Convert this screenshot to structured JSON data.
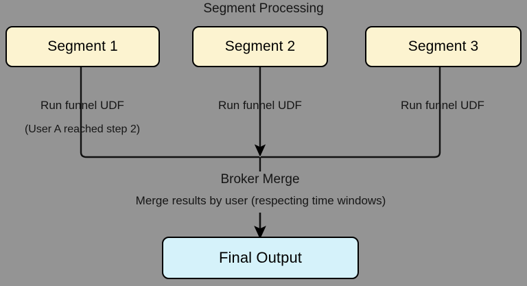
{
  "diagram": {
    "title": "Segment Processing",
    "background_color": "#949494",
    "node_fill_segment": "#FCF3D0",
    "node_fill_output": "#D5F2FA",
    "stroke_color": "#000000",
    "nodes": [
      {
        "id": "segment-1",
        "label": "Segment 1"
      },
      {
        "id": "segment-2",
        "label": "Segment 2"
      },
      {
        "id": "segment-3",
        "label": "Segment 3"
      },
      {
        "id": "final-output",
        "label": "Final Output"
      }
    ],
    "edge_labels": {
      "segment1_line1": "Run funnel UDF",
      "segment1_line2": "(User A reached step 2)",
      "segment2": "Run funnel UDF",
      "segment3": "Run funnel UDF"
    },
    "merge": {
      "title": "Broker Merge",
      "subtitle": "Merge results by user (respecting time windows)"
    }
  }
}
